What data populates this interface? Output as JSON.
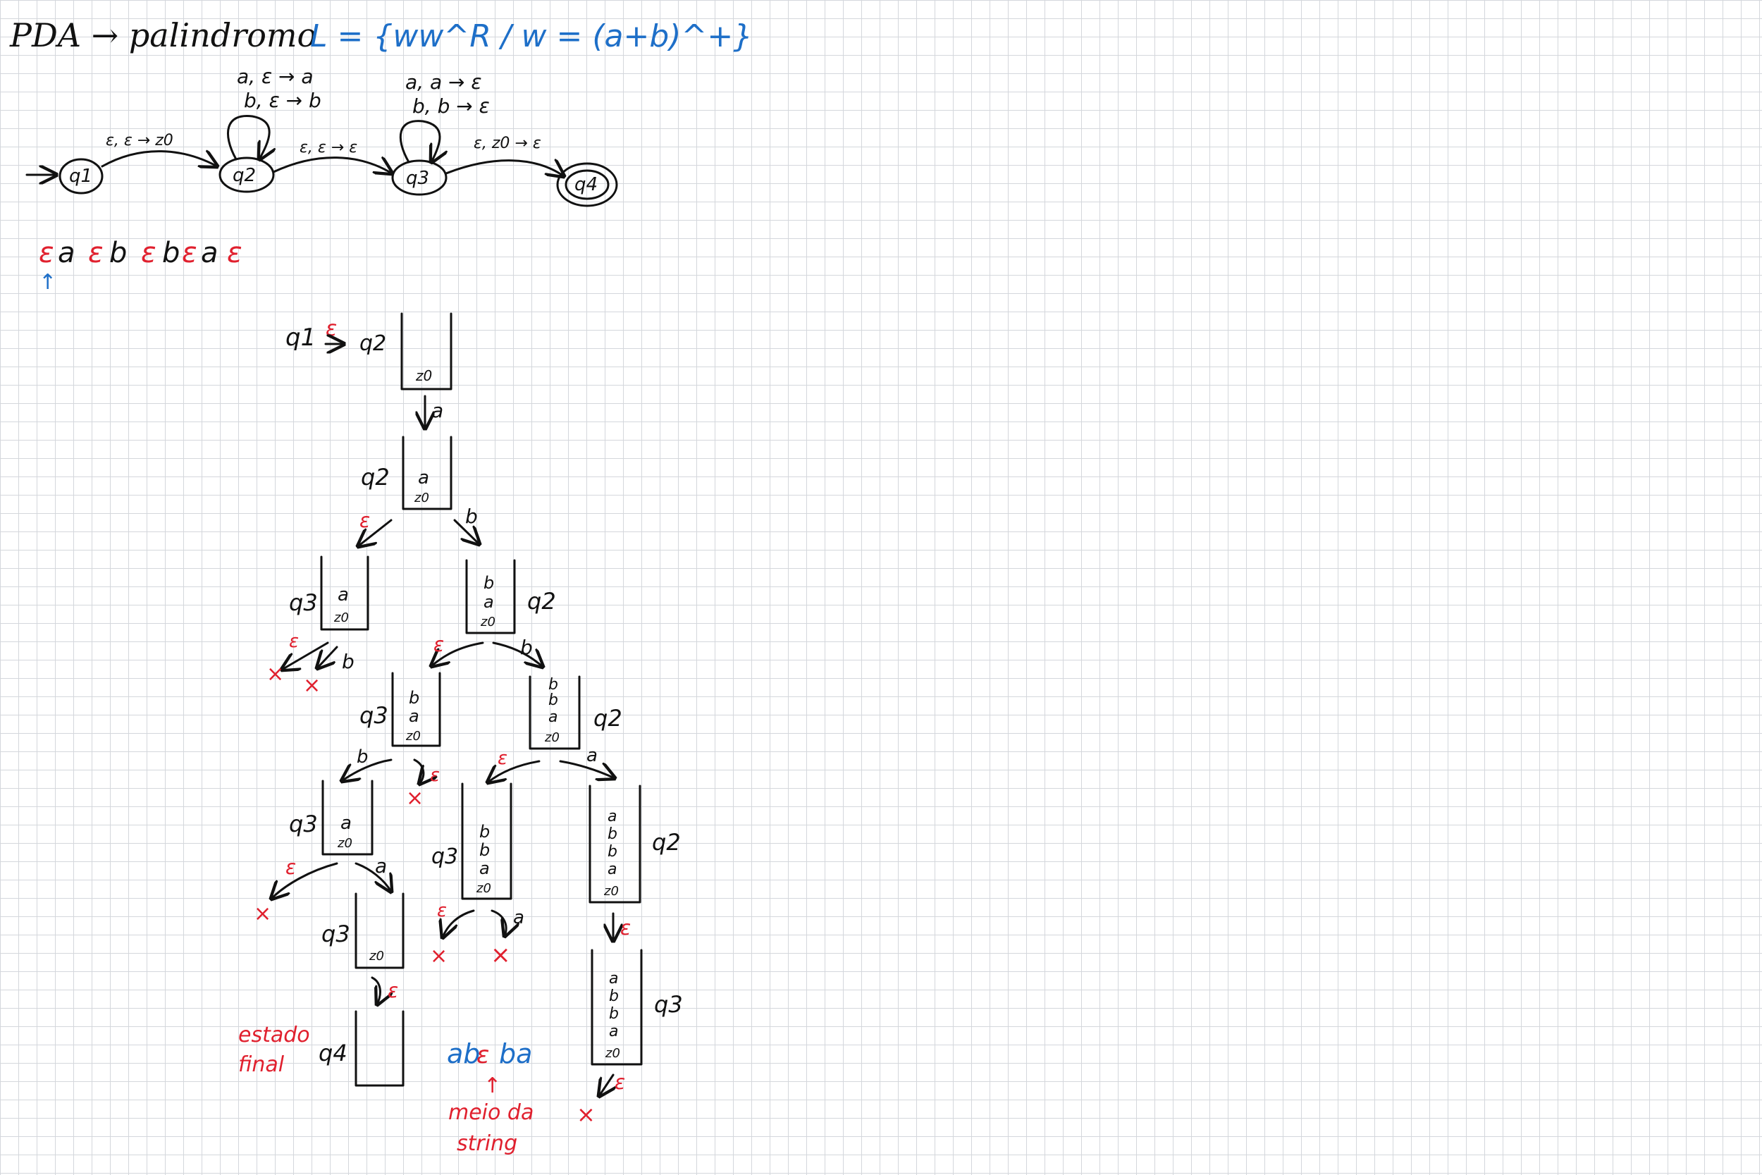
{
  "header": {
    "title_left": "PDA → palindromo",
    "language_def": "L = {ww^R / w = (a+b)^+}"
  },
  "automaton": {
    "states": [
      "q1",
      "q2",
      "q3",
      "q4"
    ],
    "transitions": {
      "q1_q2": "ε, ε → z0",
      "q2_loop_line1": "a, ε → a",
      "q2_loop_line2": "b, ε → b",
      "q2_q3": "ε, ε → ε",
      "q3_loop_line1": "a, a → ε",
      "q3_loop_line2": "b, b → ε",
      "q3_q4": "ε, z0 → ε"
    }
  },
  "input_trace": {
    "symbols": [
      "ε",
      "a",
      "ε",
      "b",
      "ε",
      "b",
      "ε",
      "a",
      "ε"
    ],
    "pointer": "↑"
  },
  "tree": {
    "root_label_left": "q1",
    "root_eps": "ε",
    "root_label_right": "q2",
    "labels": {
      "a": "a",
      "b": "b",
      "eps": "ε",
      "x": "×",
      "z0": "z0",
      "q2": "q2",
      "q3": "q3",
      "q4": "q4"
    }
  },
  "notes": {
    "final_state_line1": "estado",
    "final_state_line2": "final",
    "string_left": "ab",
    "string_eps": "ε",
    "string_right": "ba",
    "middle_arrow": "↑",
    "middle_line1": "meio da",
    "middle_line2": "string"
  }
}
